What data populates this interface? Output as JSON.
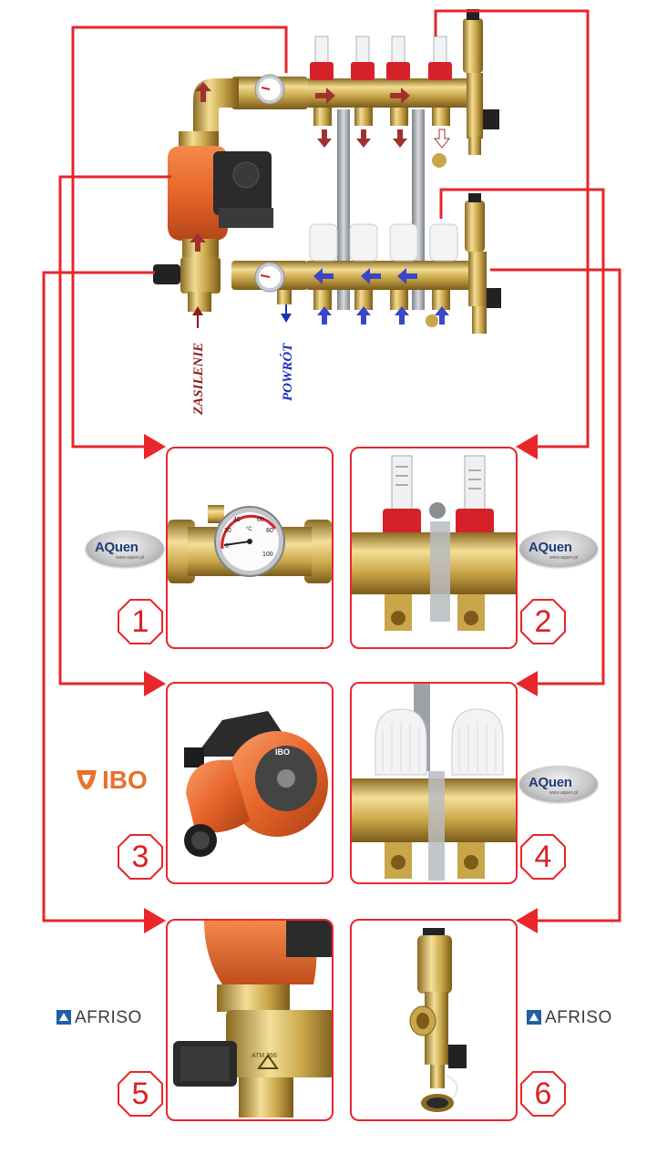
{
  "labels": {
    "supply": "ZASILENIE",
    "return": "POWRÓT"
  },
  "gauge": {
    "unit": "°C",
    "scale": [
      "0",
      "20",
      "40",
      "60",
      "80",
      "100"
    ]
  },
  "panels": [
    {
      "number": "1",
      "brand": "AQuen"
    },
    {
      "number": "2",
      "brand": "AQuen"
    },
    {
      "number": "3",
      "brand": "IBO"
    },
    {
      "number": "4",
      "brand": "AQuen"
    },
    {
      "number": "5",
      "brand": "AFRISO"
    },
    {
      "number": "6",
      "brand": "AFRISO"
    }
  ],
  "brands": {
    "aquen": "AQuen",
    "aquen_sub": "www.aquen.pl",
    "ibo": "IBO",
    "afriso": "AFRISO"
  },
  "pump_label": "IBO",
  "valve_label": "ATM 366",
  "colors": {
    "connector": "#e8262b",
    "supply_arrow": "#a0312f",
    "return_arrow": "#3b46c8",
    "brass": "#c9a64a",
    "pump": "#e8652a"
  }
}
